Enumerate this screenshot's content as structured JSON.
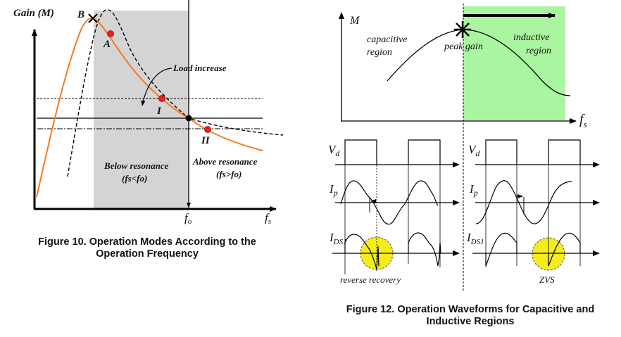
{
  "figure10": {
    "axis_y_label": "Gain (M)",
    "axis_x_label": "f",
    "axis_x_sub": "s",
    "fo_label": "f",
    "fo_sub": "o",
    "point_B": "B",
    "point_A": "A",
    "point_I": "I",
    "point_II": "II",
    "load_increase": "Load increase",
    "below_resonance": "Below resonance",
    "below_condition": "(fs<fo)",
    "above_resonance": "Above resonance",
    "above_condition": "(fs>fo)",
    "caption_line1": "Figure 10. Operation Modes According to the",
    "caption_line2": "Operation Frequency",
    "colors": {
      "shade": "#d4d4d4",
      "curve": "#f47a20",
      "marker": "#e8211c"
    }
  },
  "figure12": {
    "axis_y_label": "M",
    "axis_x_label": "f",
    "axis_x_sub": "s",
    "capacitive_line1": "capacitive",
    "capacitive_line2": "region",
    "inductive_line1": "inductive",
    "inductive_line2": "region",
    "peak_gain": "peak gain",
    "left_waves": {
      "vd": "V",
      "vd_sub": "d",
      "ip": "I",
      "ip_sub": "p",
      "ids": "I",
      "ids_sub": "DS1",
      "note": "reverse recovery"
    },
    "right_waves": {
      "vd": "V",
      "vd_sub": "d",
      "ip": "I",
      "ip_sub": "p",
      "ids": "I",
      "ids_sub": "DS1",
      "note": "ZVS"
    },
    "caption_line1": "Figure 12. Operation Waveforms for Capacitive and",
    "caption_line2": "Inductive Regions",
    "colors": {
      "shade": "#aaf5a0",
      "highlight": "#f5ec1a"
    }
  }
}
